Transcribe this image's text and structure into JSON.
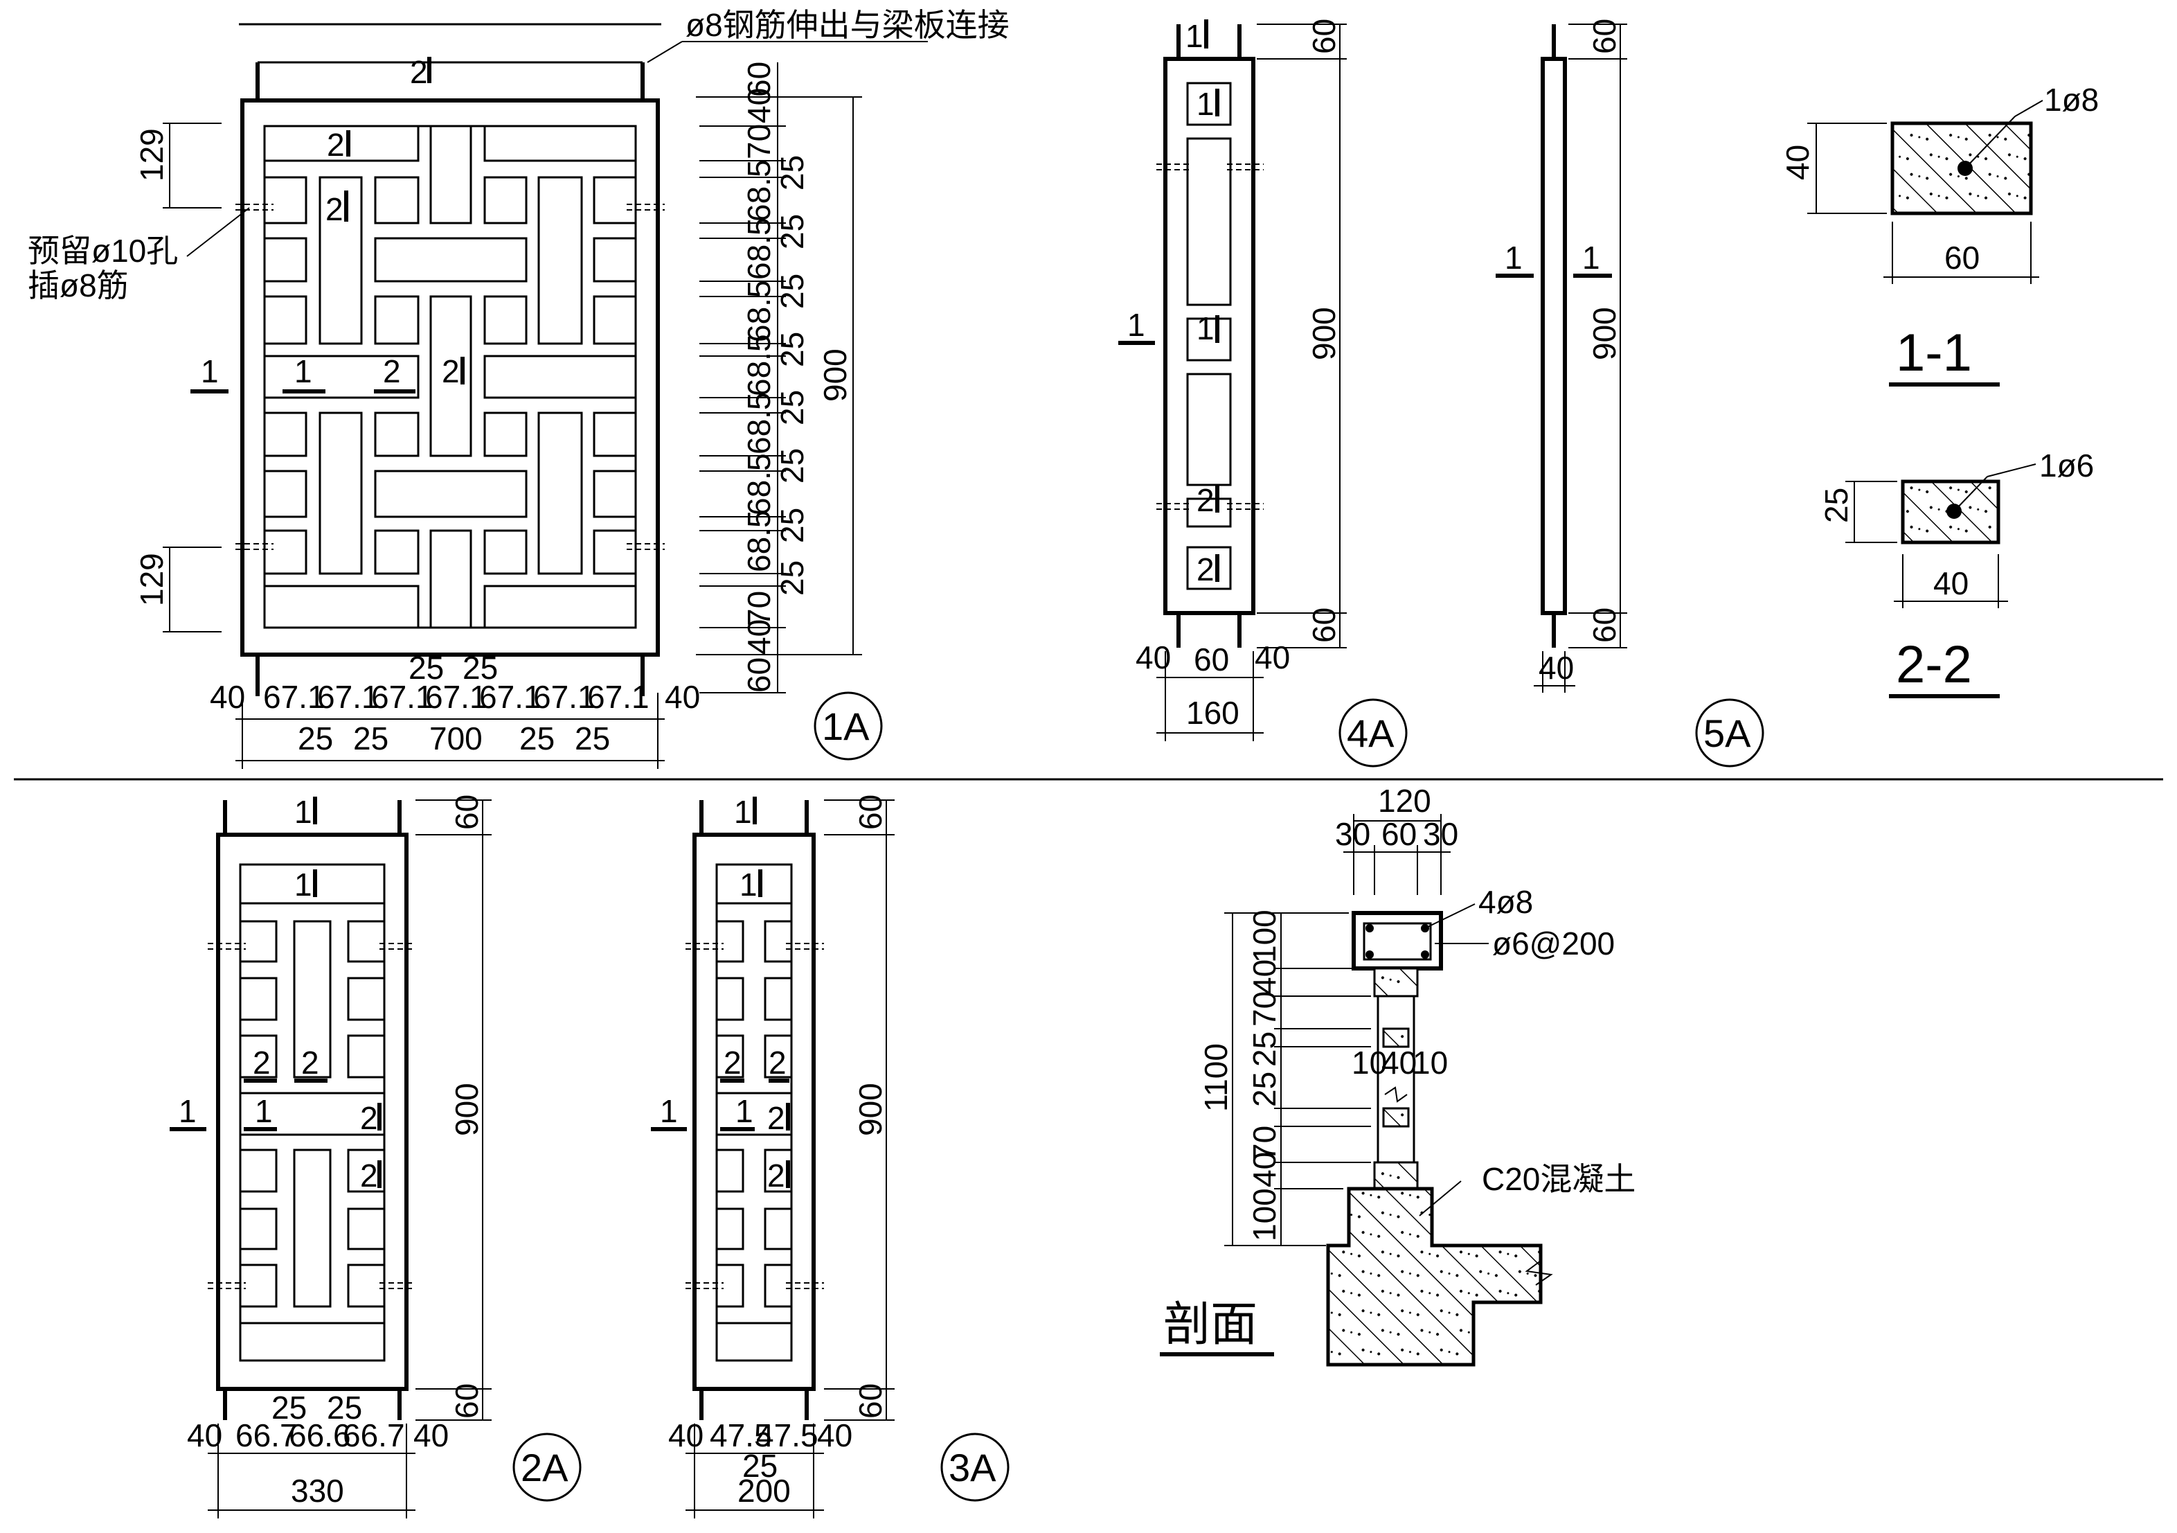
{
  "fig_1a": {
    "note_top": "ø8钢筋伸出与梁板连接",
    "note_left_1": "预留ø10孔",
    "note_left_2": "插ø8筋",
    "label": "1A",
    "dim_left": "129",
    "right_dims": [
      "60",
      "40",
      "70",
      "25",
      "68.5",
      "25",
      "68.5",
      "25",
      "68.5",
      "25",
      "68.5",
      "25",
      "68.5",
      "25",
      "68.5",
      "25",
      "70",
      "40",
      "60"
    ],
    "dim_total": "900",
    "bottom_dims": [
      "40",
      "67.1",
      "67.1",
      "67.1",
      "67.1",
      "67.1",
      "67.1",
      "67.1",
      "40"
    ],
    "bottom_dims_2": [
      "25",
      "25",
      "700",
      "25",
      "25"
    ],
    "bottom_25": "25"
  },
  "fig_4a": {
    "label": "4A",
    "dim_top": "60",
    "dim_mid": "900",
    "dim_bot": "60",
    "bottom_dims": [
      "40",
      "60",
      "40"
    ],
    "total": "160"
  },
  "fig_5a": {
    "label": "5A",
    "dim_top": "60",
    "dim_mid": "900",
    "dim_bot": "60",
    "bottom": "40"
  },
  "sec_1_1": {
    "title": "1-1",
    "rebar": "1ø8",
    "h": "40",
    "w": "60"
  },
  "sec_2_2": {
    "title": "2-2",
    "rebar": "1ø6",
    "h": "25",
    "w": "40"
  },
  "fig_2a": {
    "label": "2A",
    "dim_top": "60",
    "dim_mid": "900",
    "dim_bot": "60",
    "bottom_dims": [
      "40",
      "66.7",
      "66.6",
      "66.7",
      "40"
    ],
    "bottom_25": "25",
    "total": "330"
  },
  "fig_3a": {
    "label": "3A",
    "dim_top": "60",
    "dim_mid": "900",
    "dim_bot": "60",
    "bottom_dims": [
      "40",
      "47.5",
      "47.5",
      "40"
    ],
    "bottom_25": "25",
    "total": "200"
  },
  "section": {
    "title": "剖面",
    "top_dims": [
      "120",
      "30",
      "60",
      "30"
    ],
    "rebar_main": "4ø8",
    "stirrup": "ø6@200",
    "concrete": "C20混凝土",
    "left_total": "1100",
    "left_dims": [
      "100",
      "40",
      "70",
      "25",
      "25",
      "70",
      "40",
      "100"
    ],
    "mid_dims": [
      "10",
      "40",
      "10"
    ]
  },
  "section_marks": {
    "one": "1",
    "two": "2"
  }
}
